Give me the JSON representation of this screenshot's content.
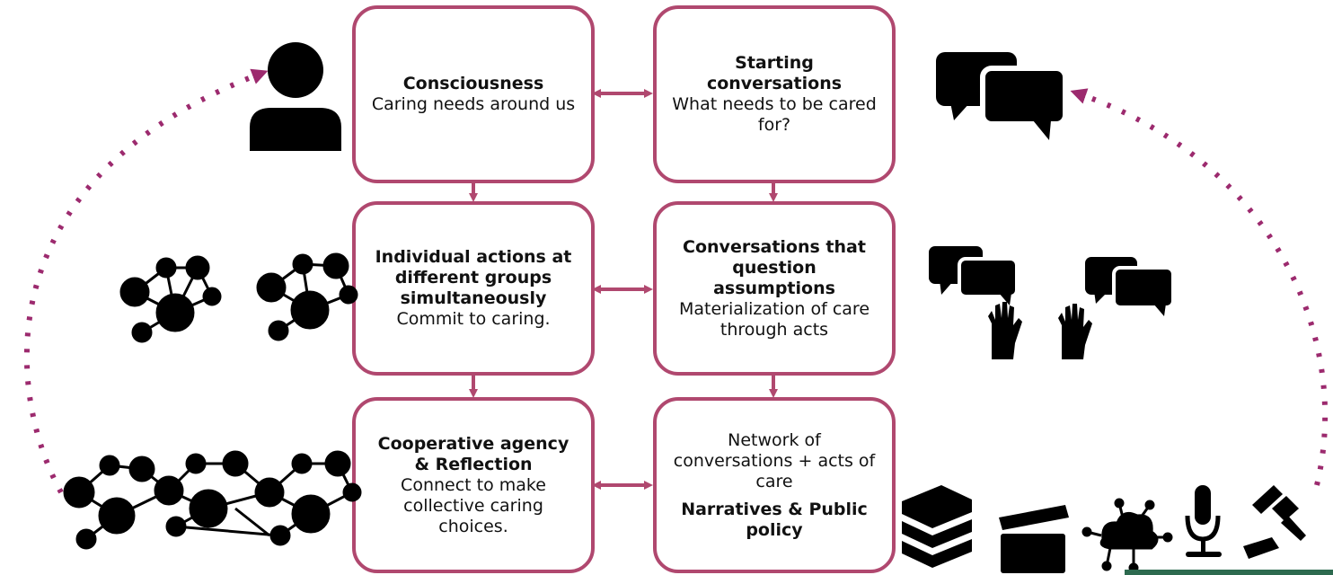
{
  "colors": {
    "box_border": "#b0486f",
    "arrow": "#b0486f",
    "dotted_loop": "#9c2a6e",
    "icon": "#000000",
    "corner_strip": "#2d6a4f"
  },
  "boxes": {
    "consciousness": {
      "title": "Consciousness",
      "body": "Caring needs around us"
    },
    "starting_conversations": {
      "title": "Starting conversations",
      "body": "What needs to be cared for?"
    },
    "individual_actions": {
      "title": "Individual actions at different groups simultaneously",
      "body": "Commit to caring."
    },
    "conversations_question": {
      "title": "Conversations that question assumptions",
      "body": "Materialization  of care through acts"
    },
    "cooperative_agency": {
      "title": "Cooperative agency & Reflection",
      "body": "Connect to make collective caring choices."
    },
    "network_conversations": {
      "body": "Network of conversations + acts of care",
      "title": "Narratives & Public policy"
    }
  },
  "icons": {
    "person": "person-icon",
    "chat_large": "speech-bubbles-icon",
    "network_small": "people-network-icon",
    "chat_hands": "speech-bubbles-raised-hand-icon",
    "network_large": "large-people-network-icon",
    "bottom_row": [
      "books-icon",
      "film-clapperboard-icon",
      "cloud-network-icon",
      "microphone-icon",
      "gavel-icon"
    ]
  }
}
